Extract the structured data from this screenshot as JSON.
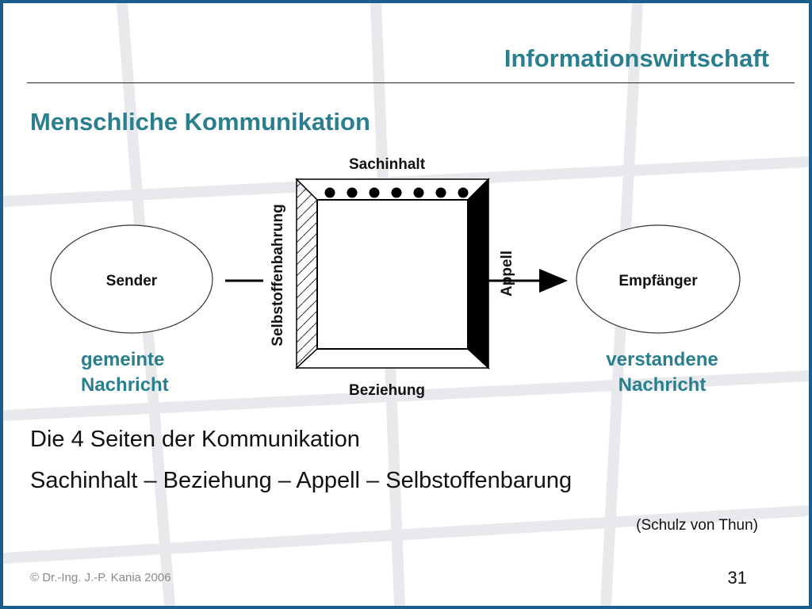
{
  "header": {
    "title": "Informationswirtschaft"
  },
  "section": {
    "title": "Menschliche Kommunikation"
  },
  "diagram": {
    "sender": "Sender",
    "receiver": "Empfänger",
    "top_label": "Sachinhalt",
    "bottom_label": "Beziehung",
    "left_label": "Selbstoffenbahrung",
    "right_label": "Appell",
    "dots_count": 7,
    "left_caption": [
      "gemeinte",
      "Nachricht"
    ],
    "right_caption": [
      "verstandene",
      "Nachricht"
    ]
  },
  "body": {
    "line1": "Die 4 Seiten der Kommunikation",
    "line2": "Sachinhalt – Beziehung – Appell – Selbstoffenbarung"
  },
  "source": "(Schulz von Thun)",
  "footer": {
    "copyright": "©  Dr.-Ing. J.-P. Kania 2006",
    "page_number": "31"
  },
  "colors": {
    "accent": "#2a7f8f",
    "frame": "#1b5e8e"
  }
}
